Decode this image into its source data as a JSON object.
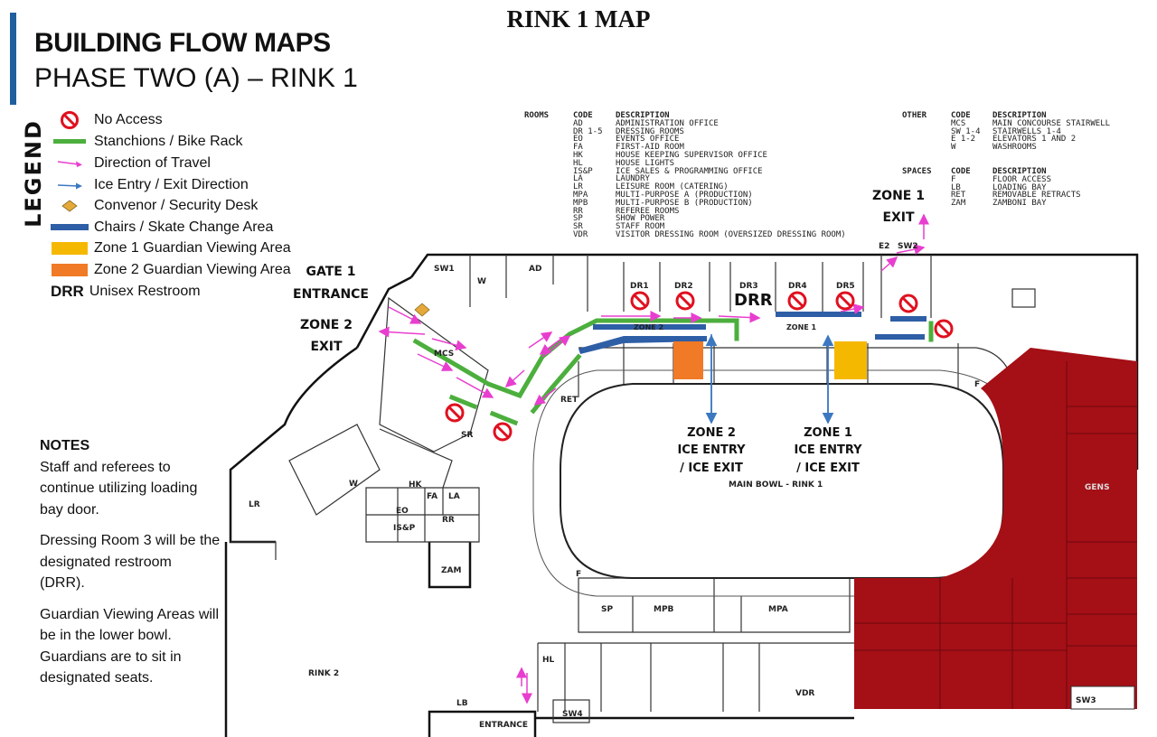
{
  "page_title": "RINK 1 MAP",
  "heading": {
    "line1": "BUILDING FLOW MAPS",
    "line2": "PHASE TWO (A) – RINK 1"
  },
  "legend": {
    "title": "LEGEND",
    "items": [
      {
        "icon": "no-access-icon",
        "label": "No Access"
      },
      {
        "icon": "stanchion-icon",
        "label": "Stanchions / Bike Rack",
        "color": "#4caf3d"
      },
      {
        "icon": "arrow-magenta-icon",
        "label": "Direction of Travel",
        "color": "#e83ecf"
      },
      {
        "icon": "arrow-blue-icon",
        "label": "Ice Entry / Exit Direction",
        "color": "#3b78c0"
      },
      {
        "icon": "diamond-icon",
        "label": "Convenor / Security Desk",
        "color": "#e5a93a"
      },
      {
        "icon": "bench-icon",
        "label": "Chairs / Skate Change Area",
        "color": "#2e5ea6"
      },
      {
        "icon": "zone1-swatch",
        "label": "Zone 1 Guardian Viewing Area",
        "color": "#f5b800"
      },
      {
        "icon": "zone2-swatch",
        "label": "Zone 2 Guardian Viewing Area",
        "color": "#f07a25"
      },
      {
        "tag": "DRR",
        "label": "Unisex Restroom"
      }
    ]
  },
  "notes": {
    "title": "NOTES",
    "paragraphs": [
      "Staff and referees to continue utilizing loading bay door.",
      "Dressing Room 3 will be the designated restroom (DRR).",
      "Guardian Viewing Areas will be in the lower bowl. Guardians are to sit in designated seats."
    ]
  },
  "rooms_table": {
    "label": "ROOMS",
    "headers": [
      "CODE",
      "DESCRIPTION"
    ],
    "rows": [
      [
        "AD",
        "ADMINISTRATION OFFICE"
      ],
      [
        "DR 1-5",
        "DRESSING ROOMS"
      ],
      [
        "EO",
        "EVENTS OFFICE"
      ],
      [
        "FA",
        "FIRST-AID ROOM"
      ],
      [
        "HK",
        "HOUSE KEEPING SUPERVISOR OFFICE"
      ],
      [
        "HL",
        "HOUSE LIGHTS"
      ],
      [
        "IS&P",
        "ICE SALES & PROGRAMMING OFFICE"
      ],
      [
        "LA",
        "LAUNDRY"
      ],
      [
        "LR",
        "LEISURE ROOM (CATERING)"
      ],
      [
        "MPA",
        "MULTI-PURPOSE A (PRODUCTION)"
      ],
      [
        "MPB",
        "MULTI-PURPOSE B (PRODUCTION)"
      ],
      [
        "RR",
        "REFEREE ROOMS"
      ],
      [
        "SP",
        "SHOW POWER"
      ],
      [
        "SR",
        "STAFF ROOM"
      ],
      [
        "VDR",
        "VISITOR DRESSING ROOM (OVERSIZED DRESSING ROOM)"
      ]
    ]
  },
  "other_table": {
    "label": "OTHER",
    "headers": [
      "CODE",
      "DESCRIPTION"
    ],
    "rows": [
      [
        "MCS",
        "MAIN CONCOURSE STAIRWELL"
      ],
      [
        "SW 1-4",
        "STAIRWELLS 1-4"
      ],
      [
        "E 1-2",
        "ELEVATORS 1 AND 2"
      ],
      [
        "W",
        "WASHROOMS"
      ]
    ]
  },
  "spaces_table": {
    "label": "SPACES",
    "headers": [
      "CODE",
      "DESCRIPTION"
    ],
    "rows": [
      [
        "F",
        "FLOOR ACCESS"
      ],
      [
        "LB",
        "LOADING BAY"
      ],
      [
        "RET",
        "REMOVABLE RETRACTS"
      ],
      [
        "ZAM",
        "ZAMBONI BAY"
      ]
    ]
  },
  "map": {
    "gate1": [
      "GATE 1",
      "ENTRANCE"
    ],
    "zone1_exit": [
      "ZONE 1",
      "EXIT"
    ],
    "zone2_exit": [
      "ZONE 2",
      "EXIT"
    ],
    "zone1_ice": [
      "ZONE 1",
      "ICE ENTRY",
      "/ ICE EXIT"
    ],
    "zone2_ice": [
      "ZONE 2",
      "ICE ENTRY",
      "/ ICE EXIT"
    ],
    "zone_1_bench": "ZONE 1",
    "zone_2_bench": "ZONE 2",
    "main_bowl": "MAIN BOWL - RINK 1",
    "rooms": {
      "dr1": "DR1",
      "dr2": "DR2",
      "dr3": "DR3",
      "drr": "DRR",
      "dr4": "DR4",
      "dr5": "DR5",
      "sw1": "SW1",
      "sw2": "SW2",
      "e2": "E2",
      "sw3": "SW3",
      "sw4": "SW4",
      "ad": "AD",
      "w1": "W",
      "w2": "W",
      "mcs": "MCS",
      "ret": "RET",
      "sr": "SR",
      "lr": "LR",
      "hk": "HK",
      "fa": "FA",
      "la": "LA",
      "eo": "EO",
      "isp": "IS&P",
      "rr": "RR",
      "zam": "ZAM",
      "f1": "F",
      "f2": "F",
      "sp": "SP",
      "mpb": "MPB",
      "mpa": "MPA",
      "gens": "GENS",
      "vdr": "VDR",
      "hl": "HL",
      "lb": "LB",
      "rink2": "RINK 2",
      "entrance": "ENTRANCE"
    }
  }
}
